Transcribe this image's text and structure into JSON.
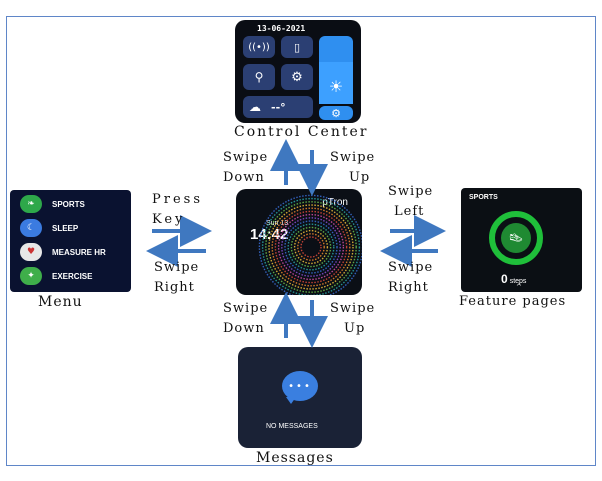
{
  "labels": {
    "control_center": "Control Center",
    "menu": "Menu",
    "feature_pages": "Feature pages",
    "messages": "Messages",
    "swipe_down_top": [
      "Swipe",
      "Down"
    ],
    "swipe_up_top": [
      "Swipe",
      "Up"
    ],
    "swipe_down_bottom": [
      "Swipe",
      "Down"
    ],
    "swipe_up_bottom": [
      "Swipe",
      "Up"
    ],
    "press_key": [
      "Press",
      "Key"
    ],
    "swipe_right_left": [
      "Swipe",
      "Right"
    ],
    "swipe_left_right": [
      "Swipe",
      "Left"
    ],
    "swipe_right_right": [
      "Swipe",
      "Right"
    ]
  },
  "control_center_screen": {
    "date": "13-06-2021",
    "temp_readout": "--°"
  },
  "menu_screen": {
    "items": [
      "SPORTS",
      "SLEEP",
      "MEASURE HR",
      "EXERCISE"
    ]
  },
  "home_screen": {
    "brand": "pTron",
    "day": "Sun 13",
    "time": "14:42"
  },
  "feature_screen": {
    "title": "SPORTS",
    "steps_value": "0",
    "steps_unit": "steps"
  },
  "messages_screen": {
    "text": "NO MESSAGES"
  },
  "colors": {
    "arrow": "#3f78c0",
    "frame": "#5f86c8",
    "tile": "#2b3f73",
    "tile_active": "#2f8ff0",
    "ring": "#1fbf3a"
  }
}
